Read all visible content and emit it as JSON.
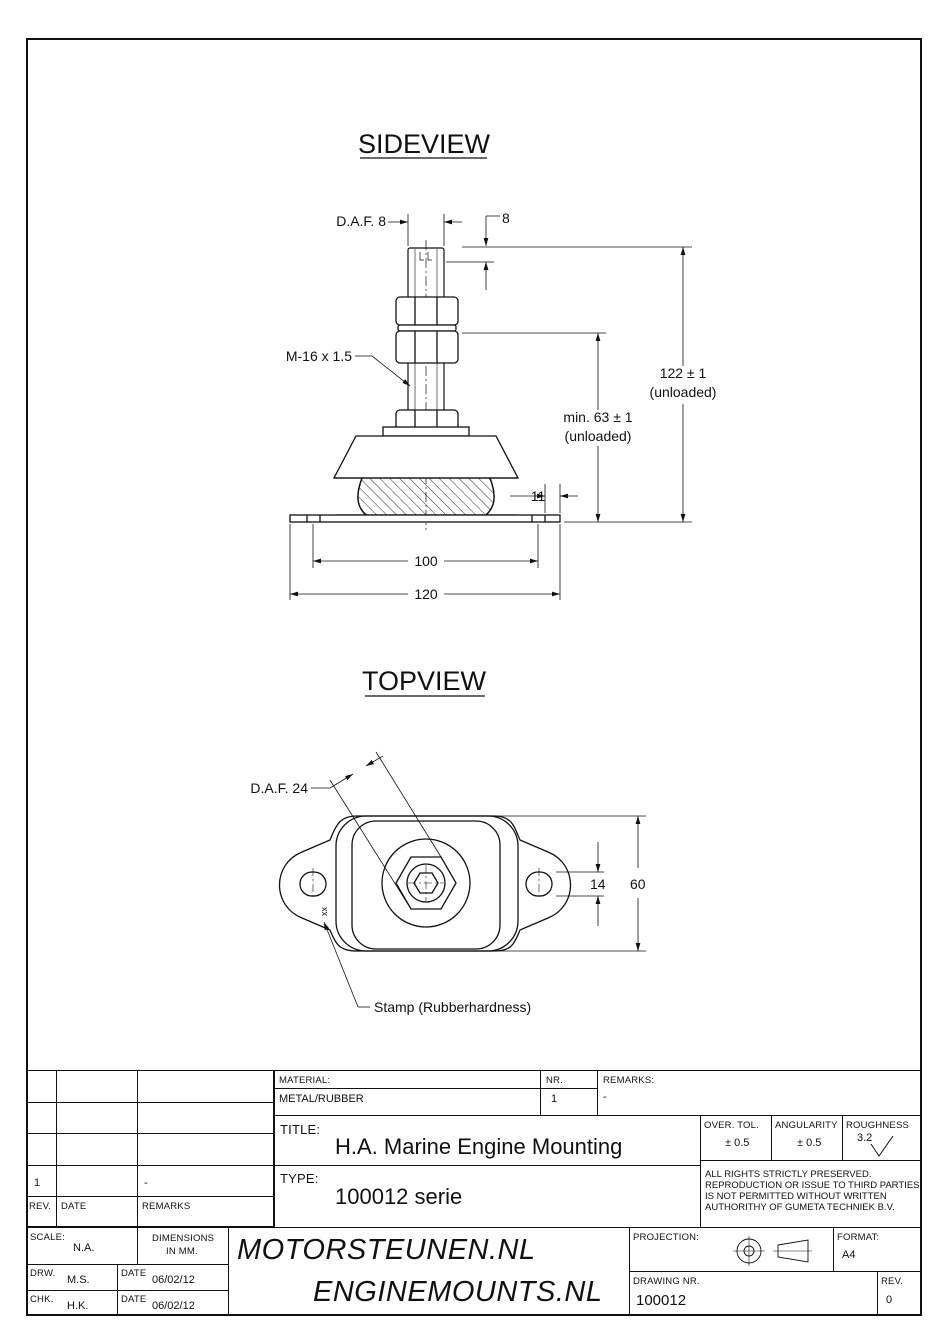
{
  "sideview": {
    "heading": "SIDEVIEW",
    "dims": {
      "daf": "D.A.F. 8",
      "thread_len": "8",
      "thread": "M-16 x 1.5",
      "height_total": "122 ± 1",
      "height_total_note": "(unloaded)",
      "height_min": "min. 63 ± 1",
      "height_min_note": "(unloaded)",
      "edge": "11",
      "hole_spacing": "100",
      "base_length": "120"
    }
  },
  "topview": {
    "heading": "TOPVIEW",
    "dims": {
      "daf": "D.A.F. 24",
      "hole_width": "14",
      "base_width": "60",
      "stamp_note": "Stamp (Rubberhardness)",
      "stamp_mark": "xx"
    }
  },
  "title_block": {
    "rev_row": {
      "rev": "1",
      "remark": "-"
    },
    "headers": {
      "rev": "REV.",
      "date": "DATE",
      "remarks": "REMARKS"
    },
    "material": {
      "label": "MATERIAL:",
      "value": "METAL/RUBBER"
    },
    "nr": {
      "label": "NR.",
      "value": "1"
    },
    "remarks": {
      "label": "REMARKS:",
      "value": "-"
    },
    "title": {
      "label": "TITLE:",
      "value": "H.A. Marine Engine Mounting"
    },
    "type": {
      "label": "TYPE:",
      "value": "100012 serie"
    },
    "over_tol": {
      "label": "OVER. TOL.",
      "value": "± 0.5"
    },
    "angularity": {
      "label": "ANGULARITY",
      "value": "± 0.5"
    },
    "roughness": {
      "label": "ROUGHNESS",
      "value": "3.2"
    },
    "rights": [
      "ALL RIGHTS STRICTLY PRESERVED.",
      "REPRODUCTION OR ISSUE TO THIRD PARTIES",
      "IS NOT PERMITTED WITHOUT WRITTEN",
      "AUTHORITHY OF GUMETA TECHNIEK B.V."
    ],
    "scale": {
      "label": "SCALE:",
      "value": "N.A."
    },
    "dimensions": {
      "line1": "DIMENSIONS",
      "line2": "IN MM."
    },
    "drw": {
      "label": "DRW.",
      "value": "M.S.",
      "date_label": "DATE",
      "date": "06/02/12"
    },
    "chk": {
      "label": "CHK.",
      "value": "H.K.",
      "date_label": "DATE",
      "date": "06/02/12"
    },
    "brand1": "MOTORSTEUNEN.NL",
    "brand2": "ENGINEMOUNTS.NL",
    "projection": {
      "label": "PROJECTION:"
    },
    "format": {
      "label": "FORMAT:",
      "value": "A4"
    },
    "drawing_nr": {
      "label": "DRAWING NR.",
      "value": "100012"
    },
    "rev": {
      "label": "REV.",
      "value": "0"
    }
  }
}
